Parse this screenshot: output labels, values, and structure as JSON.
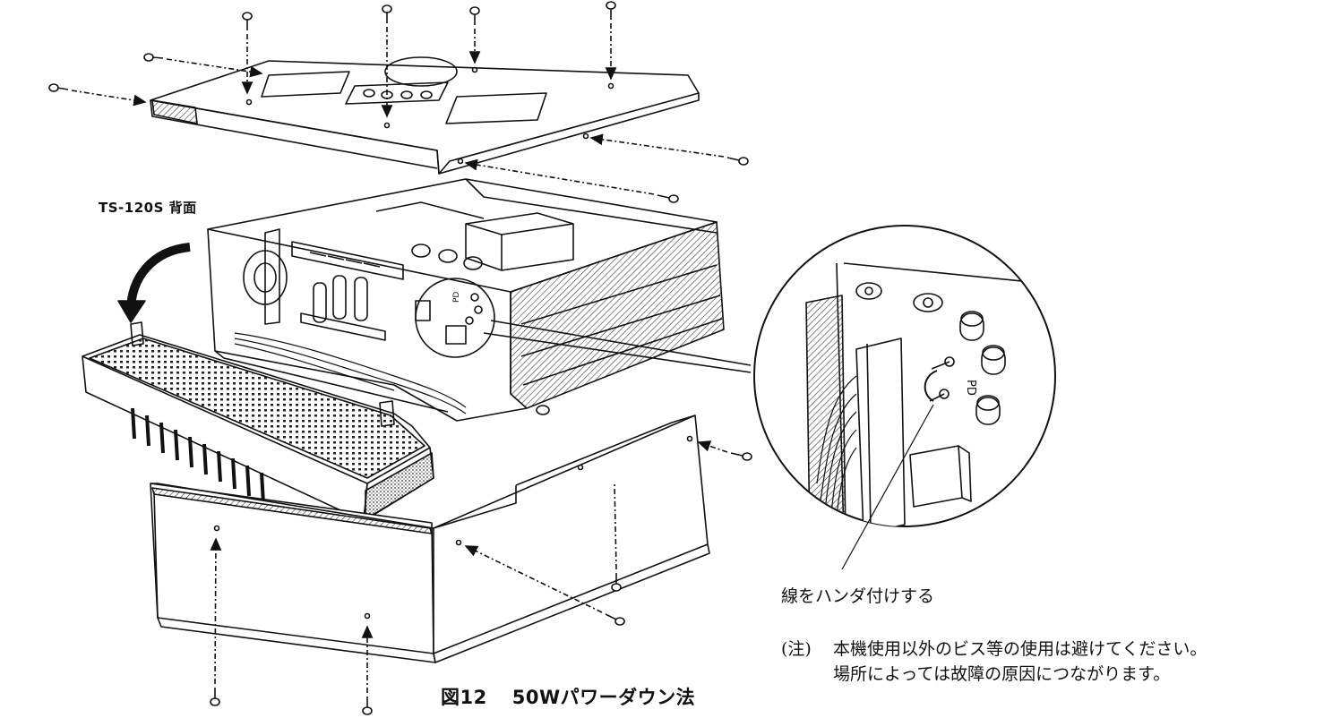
{
  "figure": {
    "model_label": "TS-120S 背面",
    "callout_label": "線をハンダ付けする",
    "pd_label": "PD",
    "note": {
      "prefix": "(注)",
      "line1": "本機使用以外のビス等の使用は避けてください。",
      "line2": "場所によっては故障の原因につながります。"
    },
    "caption": {
      "number": "図12",
      "title": "50Wパワーダウン法"
    }
  },
  "colors": {
    "ink": "#111111",
    "paper": "#ffffff",
    "hatch": "#555555"
  }
}
